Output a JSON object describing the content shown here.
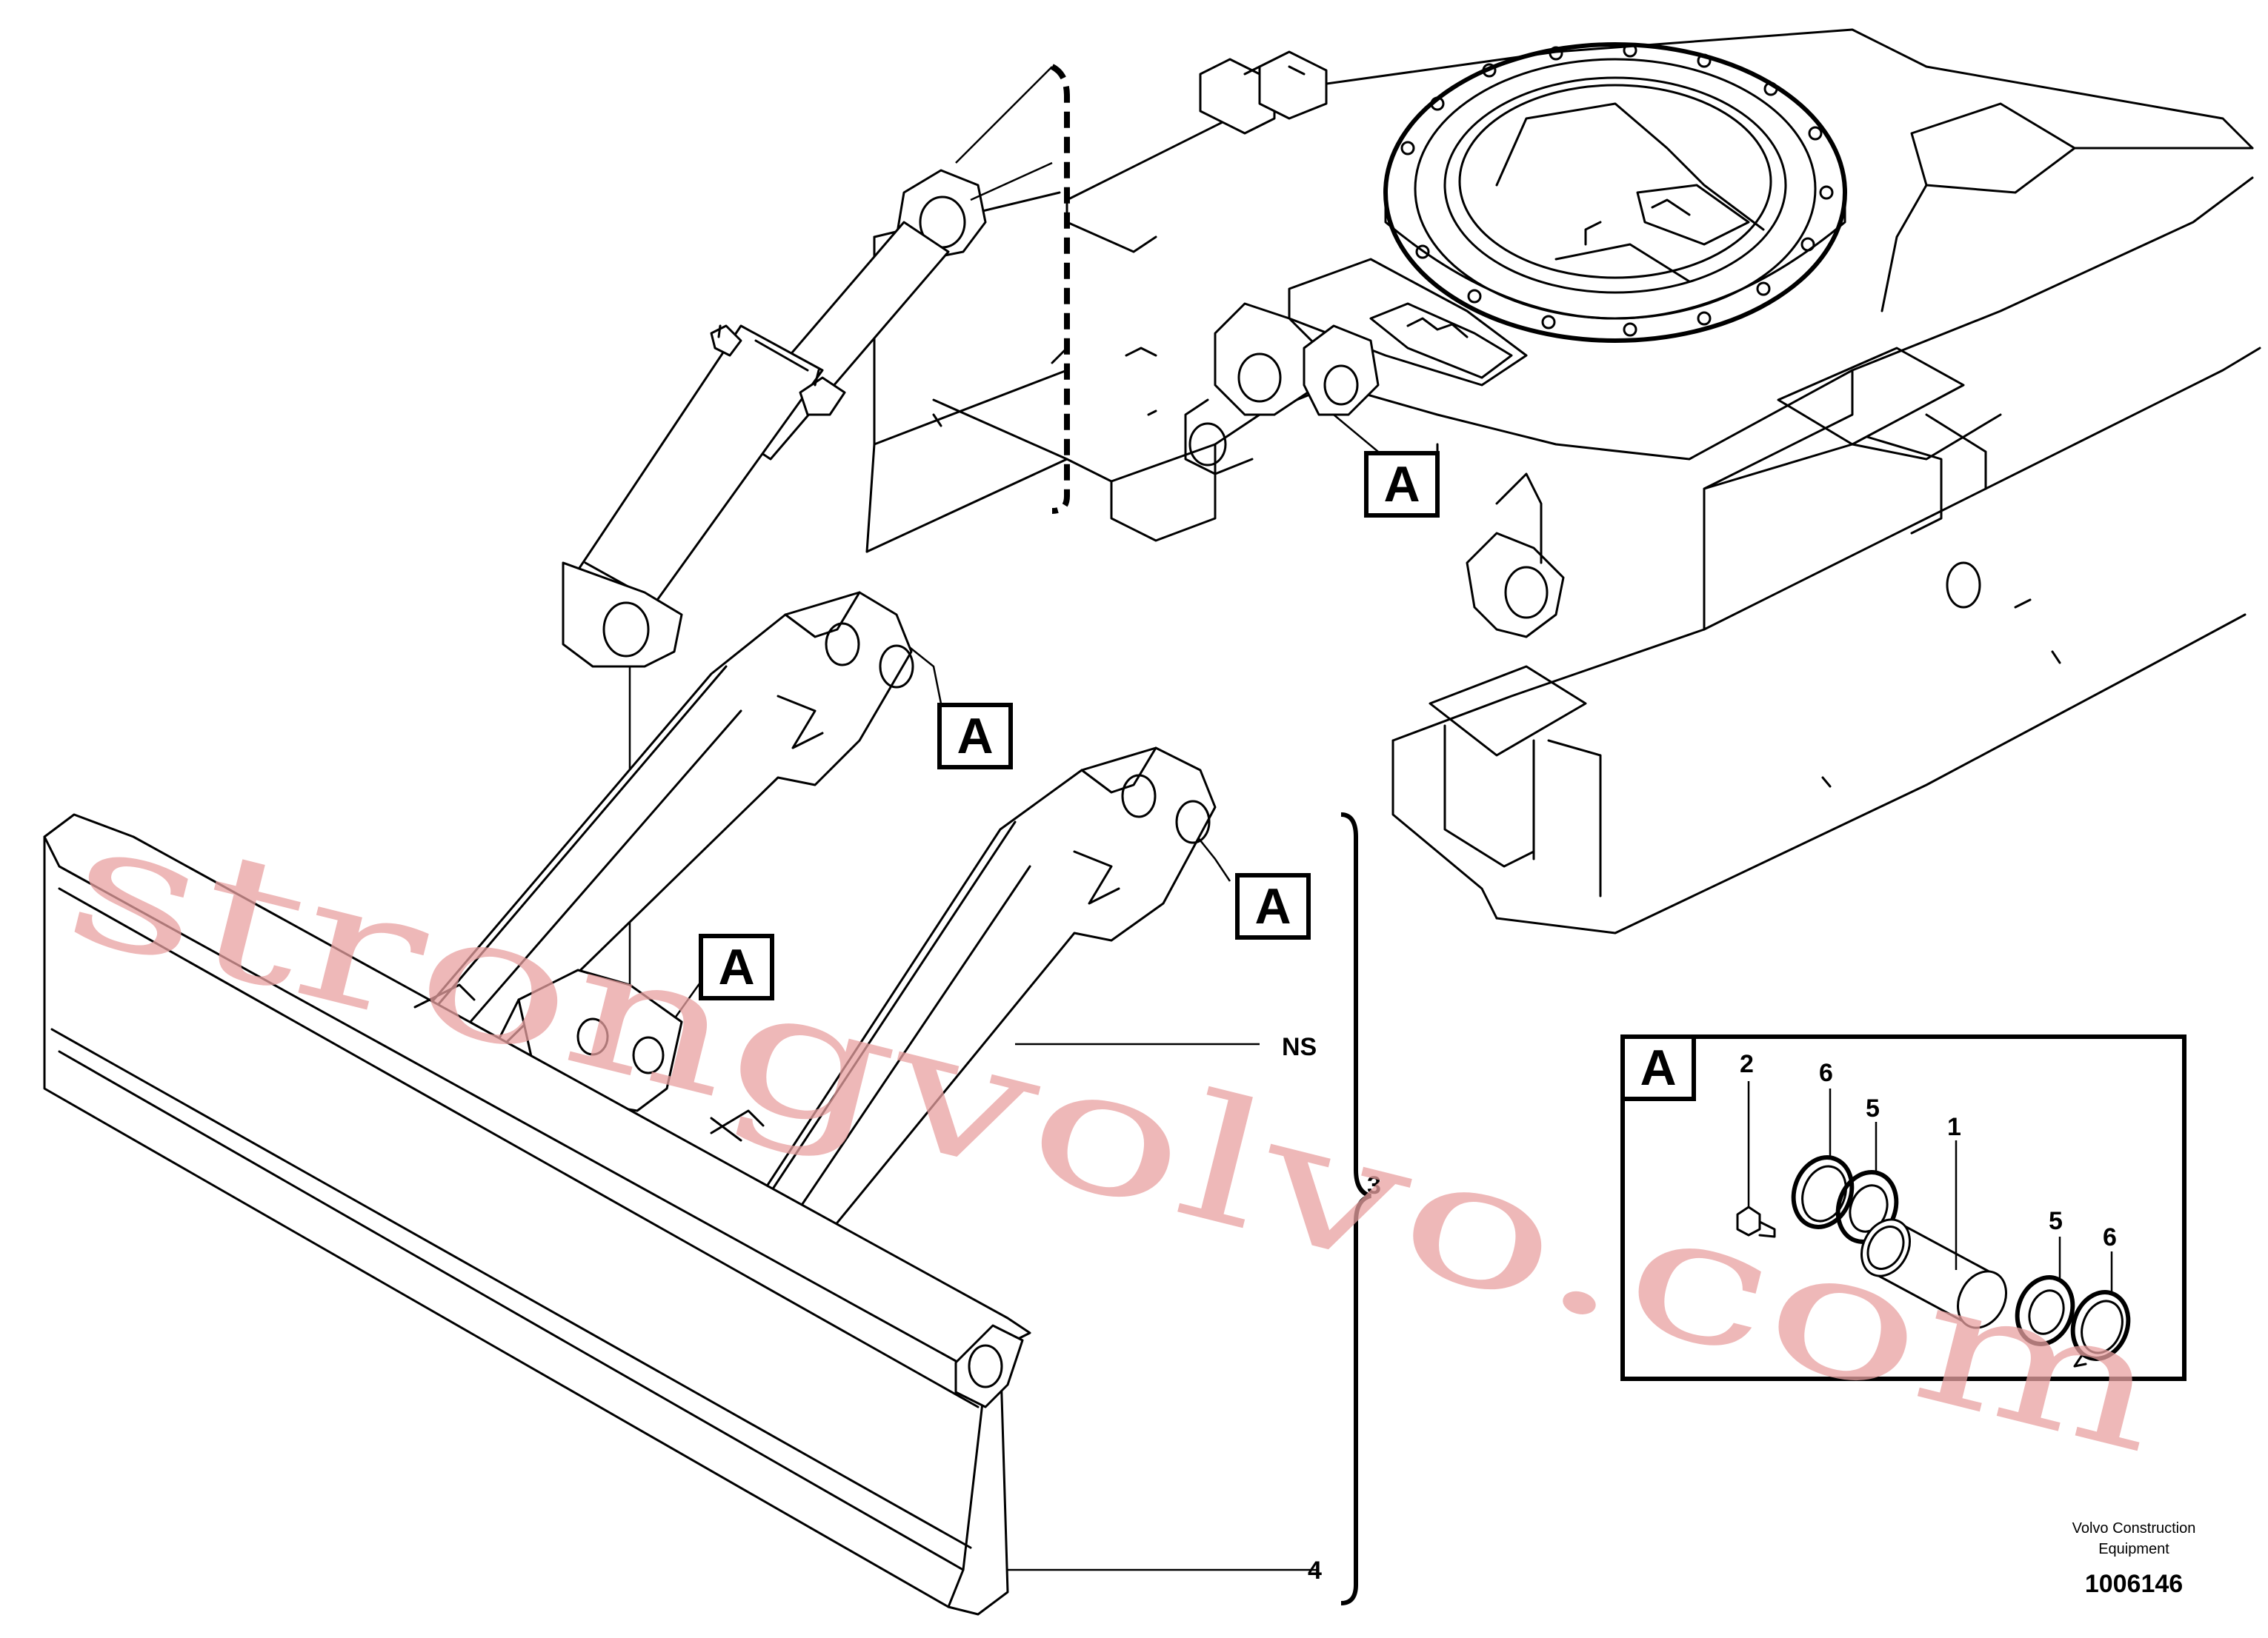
{
  "callouts": {
    "detail_ref": "A"
  },
  "detail": {
    "label": "A"
  },
  "item_numbers": {
    "n1": "1",
    "n2": "2",
    "n3": "3",
    "n4": "4",
    "n5a": "5",
    "n5b": "5",
    "n6a": "6",
    "n6b": "6",
    "ns": "NS"
  },
  "watermark": {
    "text": "strongvolvo.com",
    "color": "#e8a0a0"
  },
  "footer": {
    "company_line1": "Volvo Construction",
    "company_line2": "Equipment",
    "drawing_number": "1006146"
  }
}
